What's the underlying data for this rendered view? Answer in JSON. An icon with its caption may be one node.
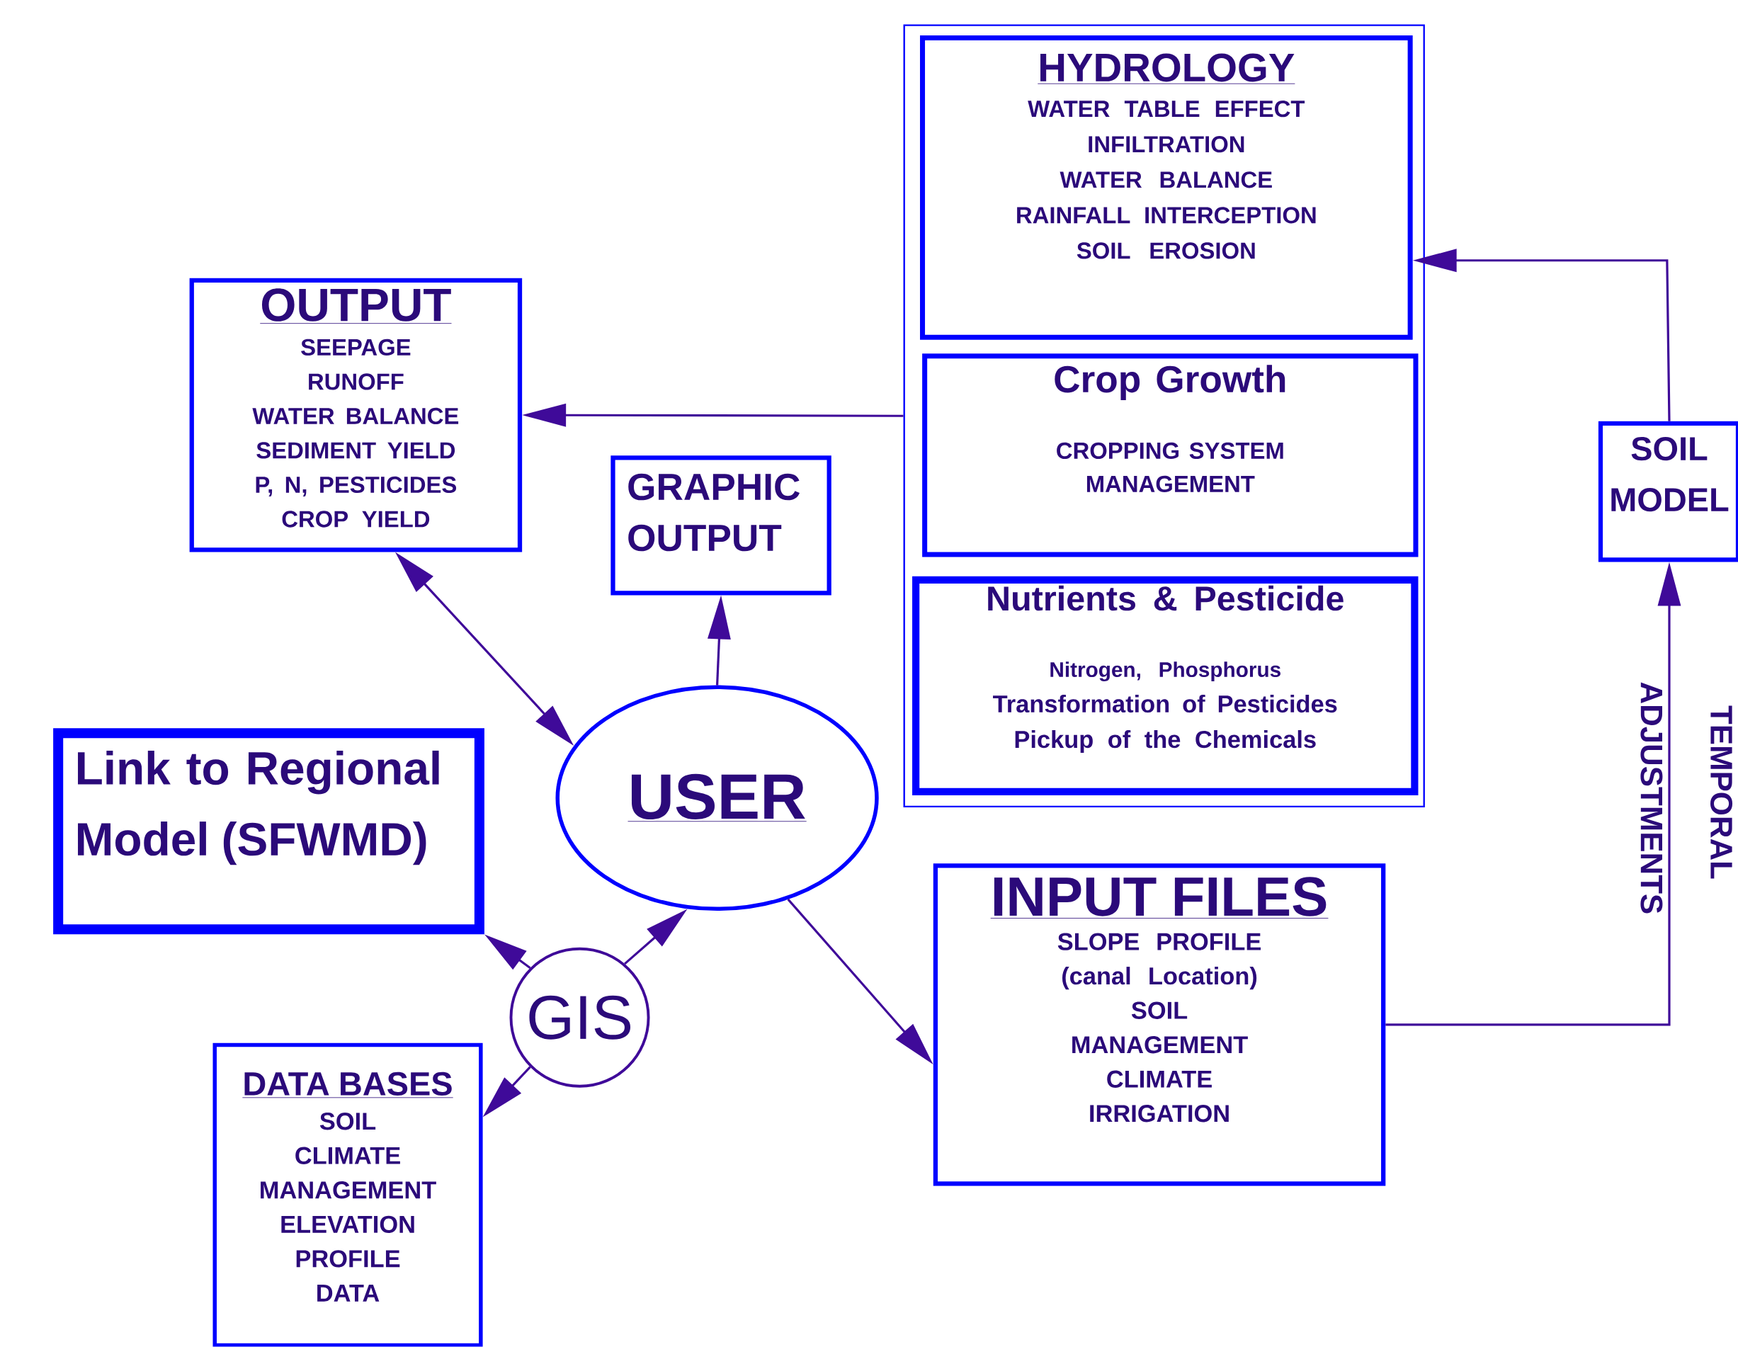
{
  "diagram": {
    "nodes": [
      {
        "text": [],
        "shape": "box"
      },
      {
        "text": [
          "HYDROLOGY",
          "WATER TABLE EFFECT",
          "INFILTRATION",
          "WATER BALANCE",
          "RAINFALL INTERCEPTION",
          "SOIL EROSION"
        ],
        "in": 0
      },
      {
        "text": [
          "Crop Growth",
          "CROPPING SYSTEM MANAGEMENT"
        ],
        "in": 0
      },
      {
        "text": [
          "Nutrients & Pesticide",
          "Nitrogen, Phosphorus",
          "Transformation of Pesticides",
          "Pickup of the Chemicals"
        ],
        "in": 0
      },
      {
        "text": [
          "OUTPUT",
          "SEEPAGE",
          "RUNOFF",
          "WATER BALANCE",
          "SEDIMENT YIELD",
          "P, N, PESTICIDES",
          "CROP YIELD"
        ]
      },
      {
        "text": [
          "GRAPHIC OUTPUT"
        ]
      },
      {
        "text": [
          "Link to Regional Model (SFWMD)"
        ]
      },
      {
        "text": [
          "USER"
        ]
      },
      {
        "text": [
          "SOIL MODEL"
        ]
      },
      {
        "text": [
          "INPUT FILES",
          "SLOPE PROFILE",
          "(canal Location)",
          "SOIL",
          "MANAGEMENT",
          "CLIMATE",
          "IRRIGATION"
        ]
      },
      {
        "text": [
          "GIS"
        ]
      },
      {
        "text": [
          "DATA BASES",
          "SOIL",
          "CLIMATE",
          "MANAGEMENT",
          "ELEVATION",
          "PROFILE",
          "DATA"
        ]
      }
    ],
    "edges": [
      {
        "from": 0,
        "to": 4,
        "arrow": "to"
      },
      {
        "from": 8,
        "to": 1,
        "arrow": "to"
      },
      {
        "from": 9,
        "to": 8,
        "arrow": "to"
      },
      {
        "from": 7,
        "to": 4,
        "arrow": "both"
      },
      {
        "from": 7,
        "to": 5,
        "arrow": "to"
      },
      {
        "from": 7,
        "to": 9,
        "arrow": "to"
      },
      {
        "from": 10,
        "to": 6,
        "arrow": "to"
      },
      {
        "from": 10,
        "to": 7,
        "arrow": "to"
      },
      {
        "from": 10,
        "to": 11,
        "arrow": "to"
      }
    ],
    "labels": [
      "ADJUSTMENTS",
      "TEMPORAL"
    ]
  }
}
